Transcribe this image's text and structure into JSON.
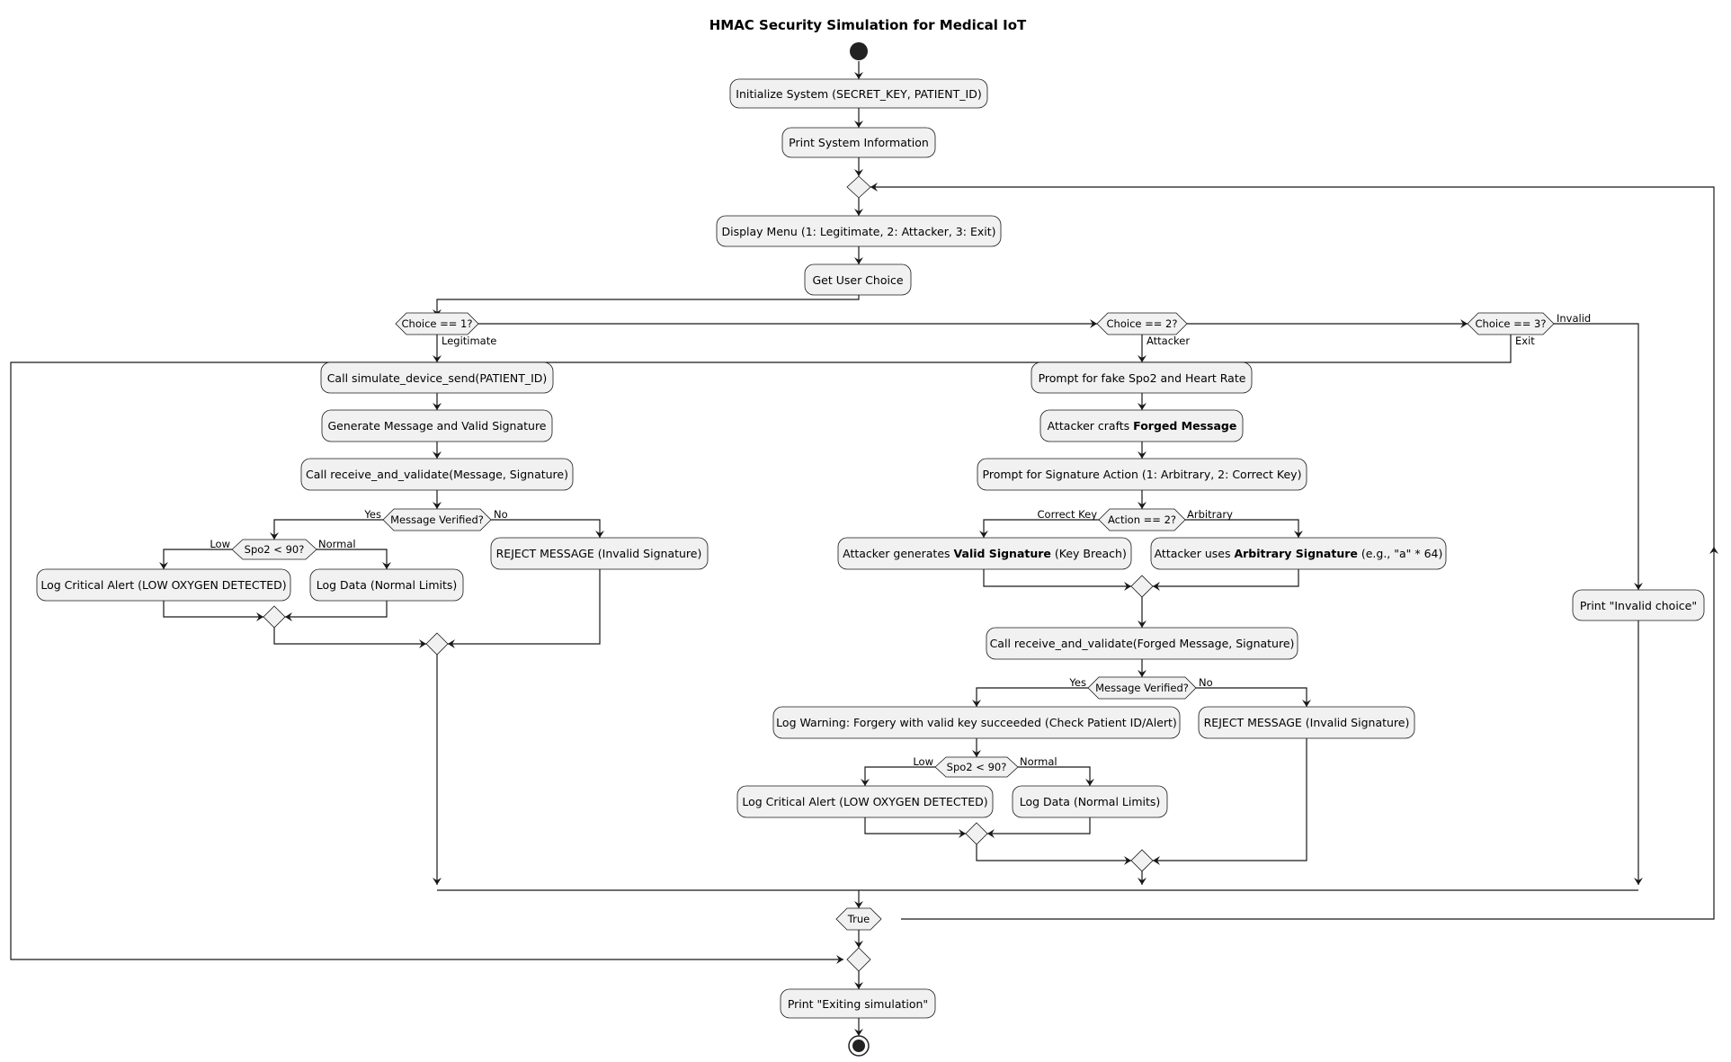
{
  "title": "HMAC Security Simulation for Medical IoT",
  "actions": {
    "init": "Initialize System (SECRET_KEY, PATIENT_ID)",
    "print_info": "Print System Information",
    "display_menu": "Display Menu (1: Legitimate, 2: Attacker, 3: Exit)",
    "get_choice": "Get User Choice",
    "call_send": "Call simulate_device_send(PATIENT_ID)",
    "gen_msg": "Generate Message and Valid Signature",
    "call_validate": "Call receive_and_validate(Message, Signature)",
    "log_critical_1": "Log Critical Alert (LOW OXYGEN DETECTED)",
    "log_data_1": "Log Data (Normal Limits)",
    "reject_1": "REJECT MESSAGE (Invalid Signature)",
    "prompt_fake": "Prompt for fake Spo2 and Heart Rate",
    "crafts_pre": "Attacker crafts ",
    "crafts_bold": "Forged Message",
    "prompt_sig": "Prompt for Signature Action (1: Arbitrary, 2: Correct Key)",
    "valid_pre": "Attacker generates ",
    "valid_bold": "Valid Signature",
    "valid_post": " (Key Breach)",
    "arb_pre": "Attacker uses ",
    "arb_bold": "Arbitrary Signature",
    "arb_post": " (e.g., \"a\" * 64)",
    "call_validate_forged": "Call receive_and_validate(Forged Message, Signature)",
    "log_warning": "Log Warning: Forgery with valid key succeeded (Check Patient ID/Alert)",
    "log_critical_2": "Log Critical Alert (LOW OXYGEN DETECTED)",
    "log_data_2": "Log Data (Normal Limits)",
    "reject_2": "REJECT MESSAGE (Invalid Signature)",
    "print_invalid": "Print \"Invalid choice\"",
    "print_exit": "Print \"Exiting simulation\""
  },
  "decisions": {
    "choice1": "Choice == 1?",
    "choice2": "Choice == 2?",
    "choice3": "Choice == 3?",
    "verified_1": "Message Verified?",
    "spo2_1": "Spo2 < 90?",
    "action": "Action == 2?",
    "verified_2": "Message Verified?",
    "spo2_2": "Spo2 < 90?",
    "loop": "True"
  },
  "edge_labels": {
    "legitimate": "Legitimate",
    "attacker": "Attacker",
    "invalid": "Invalid",
    "exit": "Exit",
    "yes_1": "Yes",
    "no_1": "No",
    "low_1": "Low",
    "normal_1": "Normal",
    "correct_key": "Correct Key",
    "arbitrary": "Arbitrary",
    "yes_2": "Yes",
    "no_2": "No",
    "low_2": "Low",
    "normal_2": "Normal"
  }
}
